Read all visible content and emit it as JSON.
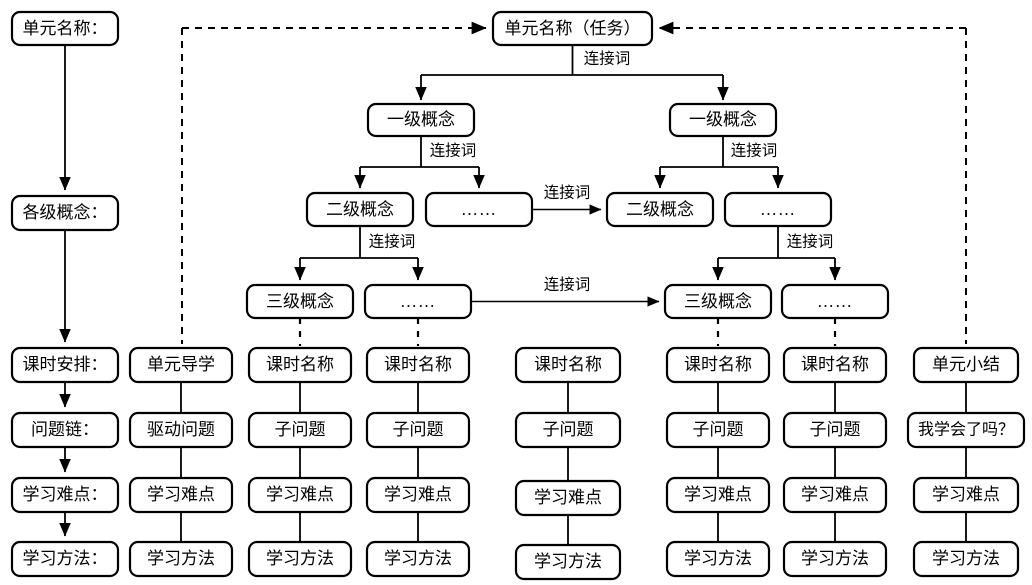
{
  "diagram": {
    "title_visible": false,
    "colors": {
      "stroke": "#000000",
      "fill": "#ffffff",
      "background": "#ffffff"
    },
    "left_rail": {
      "items": [
        {
          "id": "unit-name",
          "label": "单元名称："
        },
        {
          "id": "all-level-concepts",
          "label": "各级概念："
        },
        {
          "id": "lesson-arrangement",
          "label": "课时安排："
        },
        {
          "id": "question-chain",
          "label": "问题链："
        },
        {
          "id": "learning-difficulty",
          "label": "学习难点："
        },
        {
          "id": "learning-method",
          "label": "学习方法："
        }
      ]
    },
    "tree": {
      "root": {
        "id": "root",
        "label": "单元名称（任务）"
      },
      "connector_label": "连接词",
      "level1": [
        {
          "id": "l1-left",
          "label": "一级概念"
        },
        {
          "id": "l1-right",
          "label": "一级概念"
        }
      ],
      "level2": [
        {
          "id": "l2-a",
          "label": "二级概念"
        },
        {
          "id": "l2-b",
          "label": "……"
        },
        {
          "id": "l2-c",
          "label": "二级概念"
        },
        {
          "id": "l2-d",
          "label": "……"
        }
      ],
      "level3": [
        {
          "id": "l3-a",
          "label": "三级概念"
        },
        {
          "id": "l3-b",
          "label": "……"
        },
        {
          "id": "l3-c",
          "label": "三级概念"
        },
        {
          "id": "l3-d",
          "label": "……"
        }
      ],
      "cross_links": [
        {
          "from": "l2-b",
          "to": "l2-c",
          "label": "连接词"
        },
        {
          "from": "l3-b",
          "to": "l3-c",
          "label": "连接词"
        }
      ]
    },
    "grid": {
      "row_ids": [
        "lesson",
        "question",
        "difficulty",
        "method"
      ],
      "columns": [
        {
          "id": "col-1",
          "lesson": "单元导学",
          "question": "驱动问题",
          "difficulty": "学习难点",
          "method": "学习方法"
        },
        {
          "id": "col-2",
          "lesson": "课时名称",
          "question": "子问题",
          "difficulty": "学习难点",
          "method": "学习方法"
        },
        {
          "id": "col-3",
          "lesson": "课时名称",
          "question": "子问题",
          "difficulty": "学习难点",
          "method": "学习方法"
        },
        {
          "id": "col-4",
          "lesson": "课时名称",
          "question": "子问题",
          "difficulty": "学习难点",
          "method": "学习方法"
        },
        {
          "id": "col-5",
          "lesson": "课时名称",
          "question": "子问题",
          "difficulty": "学习难点",
          "method": "学习方法"
        },
        {
          "id": "col-6",
          "lesson": "课时名称",
          "question": "子问题",
          "difficulty": "学习难点",
          "method": "学习方法"
        },
        {
          "id": "col-7",
          "lesson": "单元小结",
          "question": "我学会了吗？",
          "difficulty": "学习难点",
          "method": "学习方法"
        }
      ]
    }
  }
}
